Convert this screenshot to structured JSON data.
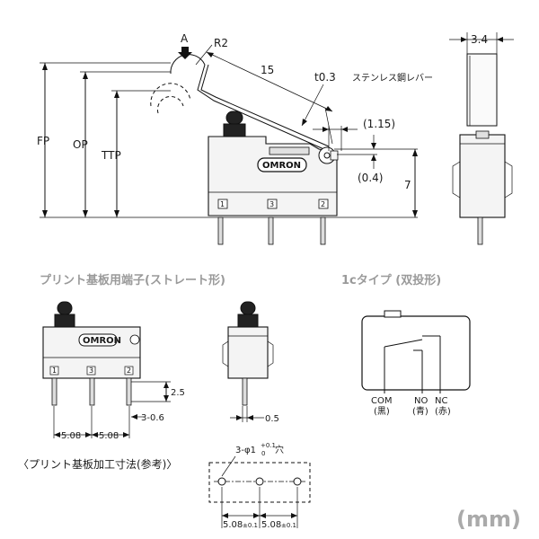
{
  "top_view": {
    "label_a": "A",
    "label_r2": "R2",
    "label_15": "15",
    "label_t": "t0.3",
    "label_lever": "ステンレス鋼レバー",
    "label_115": "(1.15)",
    "label_04": "(0.4)",
    "label_7": "7",
    "label_fp": "FP",
    "label_op": "OP",
    "label_ttp": "TTP",
    "brand": "OMRON",
    "pin1": "1",
    "pin2": "2",
    "pin3": "3"
  },
  "side_view": {
    "label_34": "3.4"
  },
  "straight_terminal": {
    "title": "プリント基板用端子(ストレート形)",
    "brand": "OMRON",
    "pin1": "1",
    "pin2": "2",
    "pin3": "3",
    "label_25": "2.5",
    "label_306": "3-0.6",
    "label_508a": "5.08",
    "label_508b": "5.08",
    "label_05": "0.5"
  },
  "circuit": {
    "title": "1cタイプ (双投形)",
    "com": "COM",
    "com_color": "(黒)",
    "no": "NO",
    "no_color": "(青)",
    "nc": "NC",
    "nc_color": "(赤)"
  },
  "pcb": {
    "title": "〈プリント基板加工寸法(参考)〉",
    "hole_prefix": "3-φ1",
    "hole_tol_top": "+0.1",
    "hole_tol_bottom": "0",
    "hole_suffix": "穴",
    "pitch_a": "5.08",
    "pitch_a_tol": "±0.1",
    "pitch_b": "5.08",
    "pitch_b_tol": "±0.1"
  },
  "unit": "(mm)"
}
